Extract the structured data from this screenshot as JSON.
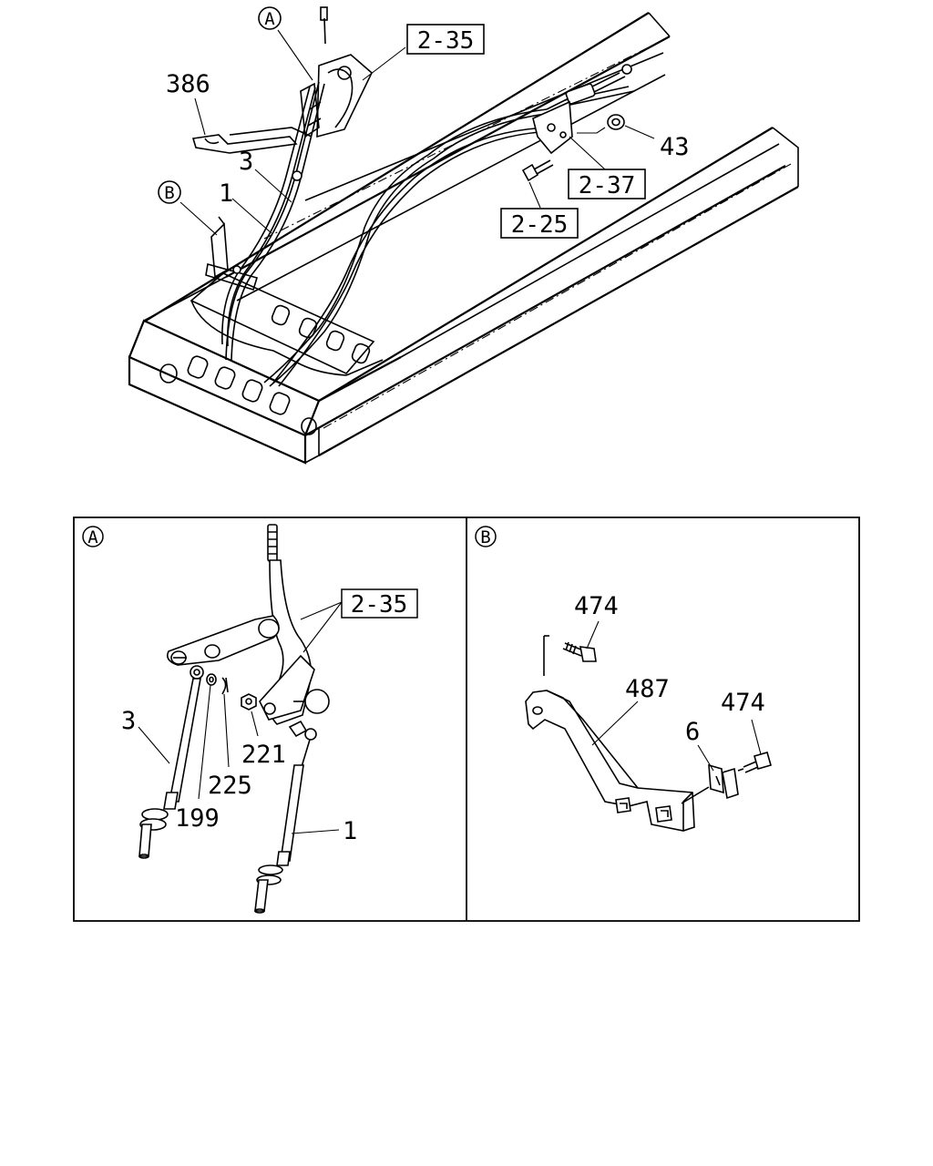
{
  "overview": {
    "callouts": {
      "A": "A",
      "B": "B",
      "p386": "386",
      "p3": "3",
      "p1": "1",
      "p43": "43"
    },
    "refs": {
      "r2_35": "2-35",
      "r2_37": "2-37",
      "r2_25": "2-25"
    }
  },
  "detail_a": {
    "badge": "A",
    "ref": "2-35",
    "labels": {
      "p3": "3",
      "p221": "221",
      "p225": "225",
      "p199": "199",
      "p1": "1"
    }
  },
  "detail_b": {
    "badge": "B",
    "labels": {
      "p474_top": "474",
      "p487": "487",
      "p474_right": "474",
      "p6": "6"
    }
  }
}
